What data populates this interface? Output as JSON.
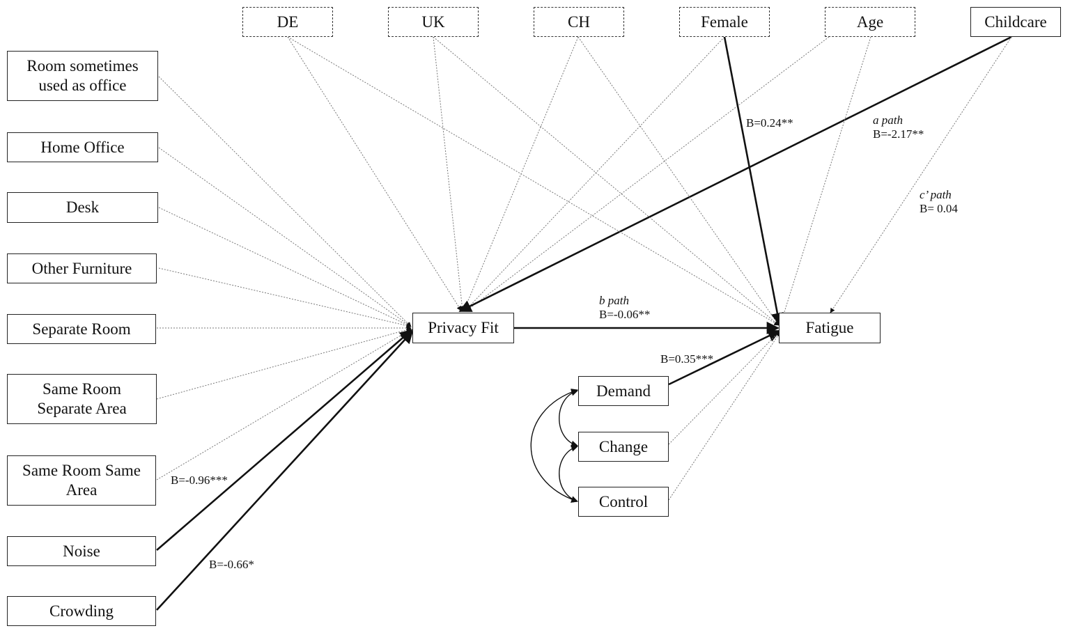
{
  "nodes": {
    "de": "DE",
    "uk": "UK",
    "ch": "CH",
    "female": "Female",
    "age": "Age",
    "childcare": "Childcare",
    "room_sometimes": "Room sometimes\nused as office",
    "home_office": "Home Office",
    "desk": "Desk",
    "other_furniture": "Other Furniture",
    "separate_room": "Separate Room",
    "same_room_separate_area": "Same Room\nSeparate Area",
    "same_room_same_area": "Same Room Same\nArea",
    "noise": "Noise",
    "crowding": "Crowding",
    "privacy_fit": "Privacy Fit",
    "fatigue": "Fatigue",
    "demand": "Demand",
    "change": "Change",
    "control": "Control"
  },
  "edge_labels": {
    "female_fatigue": "B=0.24**",
    "a_path": "a path",
    "a_path_coef": "B=-2.17**",
    "c_path": "c’ path",
    "c_path_coef": "B= 0.04",
    "b_path": "b path",
    "b_path_coef": "B=-0.06**",
    "demand_fatigue": "B=0.35***",
    "noise_privacy": "B=-0.96***",
    "crowding_privacy": "B=-0.66*"
  }
}
